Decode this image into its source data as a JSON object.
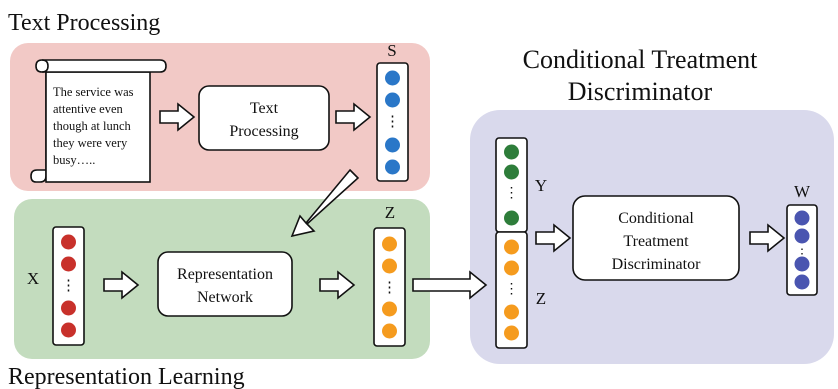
{
  "sections": {
    "text_processing": {
      "title": "Text Processing",
      "scroll_text": [
        "The service was",
        "attentive even",
        "though at lunch",
        "they were very",
        "busy….."
      ],
      "box_label": [
        "Text",
        "Processing"
      ],
      "vector_label": "S",
      "dots": "⋮",
      "bg_color": "#f2c9c6"
    },
    "representation_learning": {
      "title": "Representation Learning",
      "input_label": "X",
      "box_label": [
        "Representation",
        "Network"
      ],
      "vector_label": "Z",
      "dots": "⋮",
      "bg_color": "#c3dcbe"
    },
    "conditional_treatment": {
      "title": [
        "Conditional Treatment",
        "Discriminator"
      ],
      "y_label": "Y",
      "z_label": "Z",
      "box_label": [
        "Conditional",
        "Treatment",
        "Discriminator"
      ],
      "output_label": "W",
      "dots": "⋮",
      "bg_color": "#d9d9ec"
    }
  },
  "colors": {
    "blue": "#2a77c8",
    "red": "#c8312b",
    "orange": "#f59b1e",
    "green": "#2e7d3a",
    "navy": "#4a55b0"
  }
}
